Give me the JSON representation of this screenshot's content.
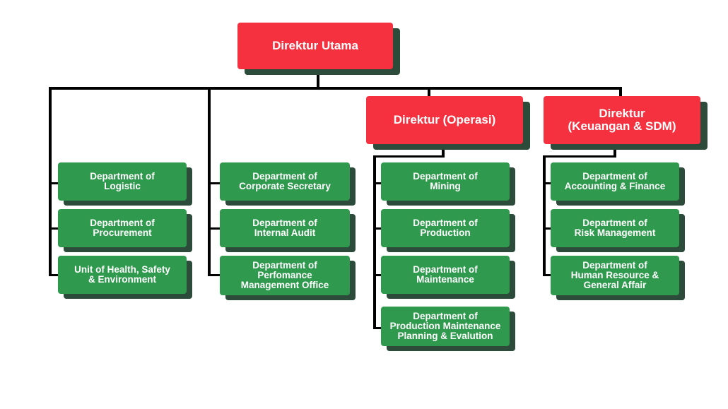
{
  "top": {
    "label": "Direktur Utama"
  },
  "directors": [
    {
      "label": "Direktur (Operasi)"
    },
    {
      "label": "Direktur\n(Keuangan & SDM)"
    }
  ],
  "col1": [
    {
      "label": "Department of\nLogistic"
    },
    {
      "label": "Department of\nProcurement"
    },
    {
      "label": "Unit of Health, Safety\n& Environment"
    }
  ],
  "col2": [
    {
      "label": "Department of\nCorporate Secretary"
    },
    {
      "label": "Department of\nInternal Audit"
    },
    {
      "label": "Department of\nPerfomance\nManagement Office"
    }
  ],
  "col3": [
    {
      "label": "Department of\nMining"
    },
    {
      "label": "Department of\nProduction"
    },
    {
      "label": "Department of\nMaintenance"
    },
    {
      "label": "Department of\nProduction Maintenance\nPlanning & Evalution"
    }
  ],
  "col4": [
    {
      "label": "Department of\nAccounting & Finance"
    },
    {
      "label": "Department of\nRisk Management"
    },
    {
      "label": "Department of\nHuman Resource &\nGeneral Affair"
    }
  ],
  "colors": {
    "director": "#f5303f",
    "department": "#2f9a4e",
    "shadow": "#2c4b3a",
    "connector": "#000000"
  }
}
